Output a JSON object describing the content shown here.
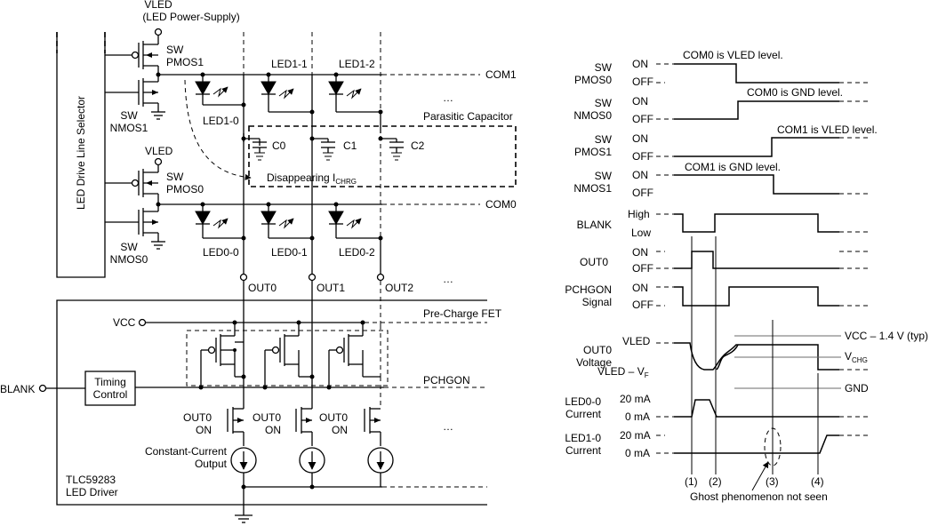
{
  "left": {
    "vled_top": "VLED",
    "vled_top_sub": "(LED Power-Supply)",
    "selector": "LED Drive Line Selector",
    "sw_pmos1": [
      "SW",
      "PMOS1"
    ],
    "sw_nmos1": [
      "SW",
      "NMOS1"
    ],
    "vled_mid": "VLED",
    "sw_pmos0": [
      "SW",
      "PMOS0"
    ],
    "sw_nmos0": [
      "SW",
      "NMOS0"
    ],
    "com1": "COM1",
    "com0": "COM0",
    "led1": [
      "LED1-0",
      "LED1-1",
      "LED1-2"
    ],
    "led0": [
      "LED0-0",
      "LED0-1",
      "LED0-2"
    ],
    "parasitic": "Parasitic Capacitor",
    "caps": [
      "C0",
      "C1",
      "C2"
    ],
    "disappearing": "Disappearing I",
    "disappearing_sub": "CHRG",
    "outs": [
      "OUT0",
      "OUT1",
      "OUT2"
    ],
    "ellipsis": "…",
    "precharge": "Pre-Charge FET",
    "vcc": "VCC",
    "blank": "BLANK",
    "timing": [
      "Timing",
      "Control"
    ],
    "pchgon": "PCHGON",
    "out_on": [
      "OUT0",
      "ON"
    ],
    "cc_output": [
      "Constant-Current",
      "Output"
    ],
    "driver": [
      "TLC59283",
      "LED Driver"
    ]
  },
  "right": {
    "rows": [
      {
        "name": [
          "SW",
          "PMOS0"
        ],
        "states": [
          "ON",
          "OFF"
        ]
      },
      {
        "name": [
          "SW",
          "NMOS0"
        ],
        "states": [
          "ON",
          "OFF"
        ]
      },
      {
        "name": [
          "SW",
          "PMOS1"
        ],
        "states": [
          "ON",
          "OFF"
        ]
      },
      {
        "name": [
          "SW",
          "NMOS1"
        ],
        "states": [
          "ON",
          "OFF"
        ]
      },
      {
        "name": [
          "BLANK"
        ],
        "states": [
          "High",
          "Low"
        ]
      },
      {
        "name": [
          "OUT0"
        ],
        "states": [
          "ON",
          "OFF"
        ]
      },
      {
        "name": [
          "PCHGON",
          "Signal"
        ],
        "states": [
          "ON",
          "OFF"
        ]
      }
    ],
    "notes": [
      "COM0 is VLED level.",
      "COM0 is GND level.",
      "COM1 is VLED level.",
      "COM1 is GND level."
    ],
    "voltage_name": [
      "OUT0",
      "Voltage"
    ],
    "vled": "VLED",
    "vled_vf": "VLED – V",
    "vled_vf_sub": "F",
    "vcc_typ": "VCC – 1.4 V (typ)",
    "vchg": "V",
    "vchg_sub": "CHG",
    "gnd": "GND",
    "led00_name": [
      "LED0-0",
      "Current"
    ],
    "led10_name": [
      "LED1-0",
      "Current"
    ],
    "i_20": "20 mA",
    "i_0": "0 mA",
    "markers": [
      "(1)",
      "(2)",
      "(3)",
      "(4)"
    ],
    "ghost": "Ghost phenomenon not seen"
  }
}
